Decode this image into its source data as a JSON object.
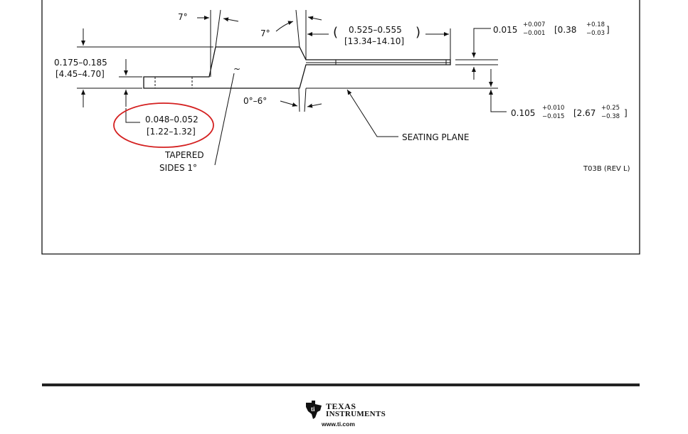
{
  "drawing": {
    "angle_left": "7°",
    "angle_right": "7°",
    "length_in": "0.525–0.555",
    "length_mm": "[13.34–14.10]",
    "height_in": "0.175–0.185",
    "height_mm": "[4.45–4.70]",
    "lead_thk_in": "0.048–0.052",
    "lead_thk_mm": "[1.22–1.32]",
    "tapered_1": "TAPERED",
    "tapered_2": "SIDES 1°",
    "angle_range": "0°–6°",
    "seating": "SEATING PLANE",
    "top_lead": {
      "nominal": "0.015",
      "tol_plus": "+0.007",
      "tol_minus": "−0.001",
      "mm_open": "[0.38",
      "mm_plus": "+0.18",
      "mm_minus": "−0.03",
      "mm_close": "]"
    },
    "bot_lead": {
      "nominal": "0.105",
      "tol_plus": "+0.010",
      "tol_minus": "−0.015",
      "mm_open": "[2.67",
      "mm_plus": "+0.25",
      "mm_minus": "−0.38",
      "mm_close": "]"
    },
    "drawing_id": "T03B (REV L)",
    "tilde": "~"
  },
  "footer": {
    "brand_line1": "Texas",
    "brand_line2": "Instruments",
    "url": "www.ti.com"
  }
}
